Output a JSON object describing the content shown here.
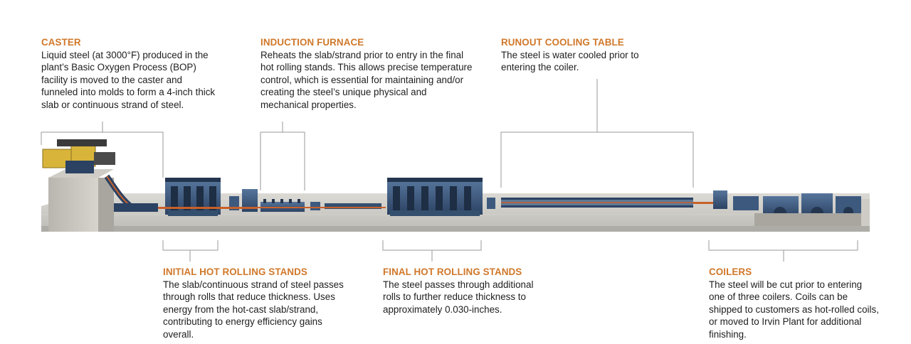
{
  "stages": {
    "caster": {
      "title": "CASTER",
      "text": "Liquid steel (at 3000°F) produced in the plant’s Basic Oxygen Process (BOP) facility is moved to the caster and funneled into molds to form a 4-inch thick slab or continuous strand of steel."
    },
    "induction_furnace": {
      "title": "INDUCTION FURNACE",
      "text": "Reheats the slab/strand prior to entry in the final hot rolling stands. This allows precise temperature control, which is essential for maintaining and/or creating the steel’s unique physical and mechanical properties."
    },
    "runout_cooling_table": {
      "title": "RUNOUT COOLING TABLE",
      "text": "The steel is water cooled prior to entering the coiler."
    },
    "initial_hot_rolling_stands": {
      "title": "INITIAL HOT ROLLING STANDS",
      "text": "The slab/continuous strand of steel passes through rolls that reduce thickness. Uses energy from the hot-cast slab/strand, contributing to energy efficiency gains overall."
    },
    "final_hot_rolling_stands": {
      "title": "FINAL HOT ROLLING STANDS",
      "text": "The steel passes through additional rolls to further reduce thickness to approximately 0.030-inches."
    },
    "coilers": {
      "title": "COILERS",
      "text": "The steel will be cut prior to entering one of three coilers. Coils can be shipped to customers as hot-rolled coils, or moved to Irvin Plant for additional finishing."
    }
  },
  "colors": {
    "title_accent": "#d0782a",
    "body_text": "#1e1e1e",
    "bracket_line": "#9a9a9a",
    "floor": "#c9c7c2",
    "machinery_blue": "#3d5a7e",
    "machinery_dark": "#24364f",
    "caster_yellow": "#d8b43a",
    "hot_strip": "#c8602a"
  }
}
